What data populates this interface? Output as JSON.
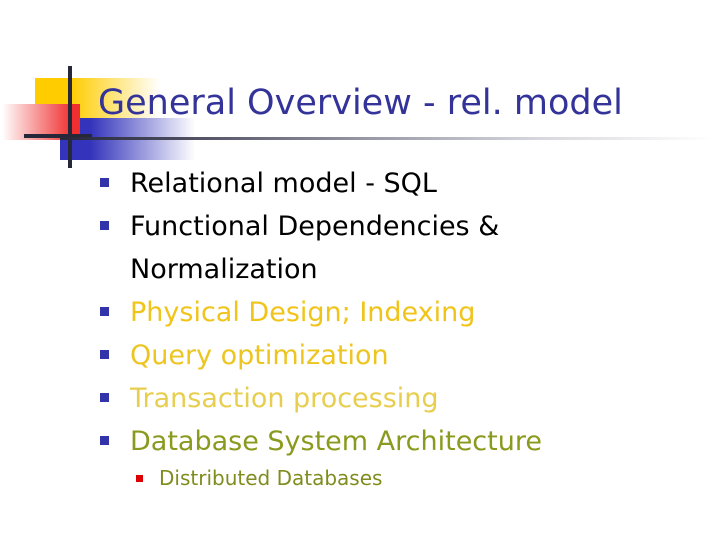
{
  "slide": {
    "title": "General Overview - rel. model",
    "title_color": "#333399",
    "background_color": "#ffffff",
    "decor": {
      "yellow_block_color": "#ffcc00",
      "blue_block_color": "#3333bb",
      "red_block_color": "#f03030",
      "line_color": "#27273a"
    },
    "bullets": [
      {
        "level": 1,
        "text": "Relational model - SQL",
        "color": "#000000",
        "marker_color": "#3333aa"
      },
      {
        "level": 1,
        "text": "Functional Dependencies &\nNormalization",
        "color": "#000000",
        "marker_color": "#3333aa"
      },
      {
        "level": 1,
        "text": "Physical Design; Indexing",
        "color": "#f0c419",
        "marker_color": "#3333aa"
      },
      {
        "level": 1,
        "text": "Query optimization",
        "color": "#edc521",
        "marker_color": "#3333aa"
      },
      {
        "level": 1,
        "text": "Transaction processing",
        "color": "#e8ce4e",
        "marker_color": "#3333aa"
      },
      {
        "level": 1,
        "text": "Database System Architecture",
        "color": "#8a9a1e",
        "marker_color": "#3333aa"
      },
      {
        "level": 2,
        "text": "Distributed Databases",
        "color": "#808c1e",
        "marker_color": "#dd0000"
      }
    ]
  }
}
